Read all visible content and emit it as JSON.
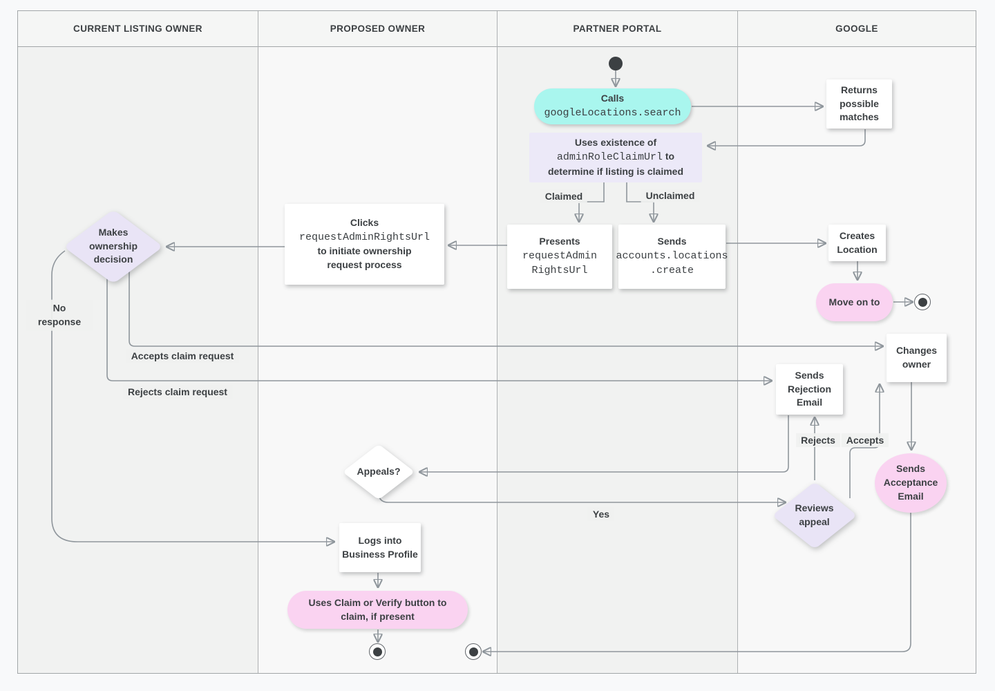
{
  "lanes": [
    {
      "label": "CURRENT LISTING OWNER"
    },
    {
      "label": "PROPOSED OWNER"
    },
    {
      "label": "PARTNER PORTAL"
    },
    {
      "label": "GOOGLE"
    }
  ],
  "nodes": {
    "calls_search": {
      "title": "Calls",
      "code": "googleLocations.search"
    },
    "returns_matches": {
      "label": "Returns possible matches"
    },
    "uses_existence": {
      "line1": "Uses existence of",
      "code": "adminRoleClaimUrl",
      "line2": "to",
      "line3": "determine if listing is claimed"
    },
    "presents_url": {
      "title": "Presents",
      "code1": "requestAdmin",
      "code2": "RightsUrl"
    },
    "sends_create": {
      "title": "Sends",
      "code1": "accounts.locations",
      "code2": ".create"
    },
    "clicks_url": {
      "title": "Clicks",
      "code": "requestAdminRightsUrl",
      "line2": "to initiate ownership",
      "line3": "request process"
    },
    "makes_decision": {
      "label": "Makes ownership decision"
    },
    "creates_location": {
      "label": "Creates Location"
    },
    "move_on_to": {
      "label": "Move on to"
    },
    "changes_owner": {
      "label": "Changes owner"
    },
    "sends_rejection": {
      "label": "Sends Rejection Email"
    },
    "sends_acceptance": {
      "label": "Sends Acceptance Email"
    },
    "reviews_appeal": {
      "label": "Reviews appeal"
    },
    "appeals": {
      "label": "Appeals?"
    },
    "logs_in": {
      "label": "Logs into Business Profile"
    },
    "uses_claim_verify": {
      "label": "Uses Claim or Verify button to claim, if present"
    }
  },
  "edge_labels": {
    "claimed": "Claimed",
    "unclaimed": "Unclaimed",
    "accepts_claim": "Accepts claim request",
    "rejects_claim": "Rejects claim request",
    "no_response": "No response",
    "rejects": "Rejects",
    "accepts": "Accepts",
    "yes": "Yes"
  },
  "colors": {
    "cyan_action": "#a9f6ee",
    "lavender_note": "#ece9f8",
    "lavender_decision": "#e9e4f6",
    "pink_action": "#fad3f1",
    "node_fill": "#ffffff",
    "edge": "#8f969c",
    "text": "#3c4043"
  }
}
